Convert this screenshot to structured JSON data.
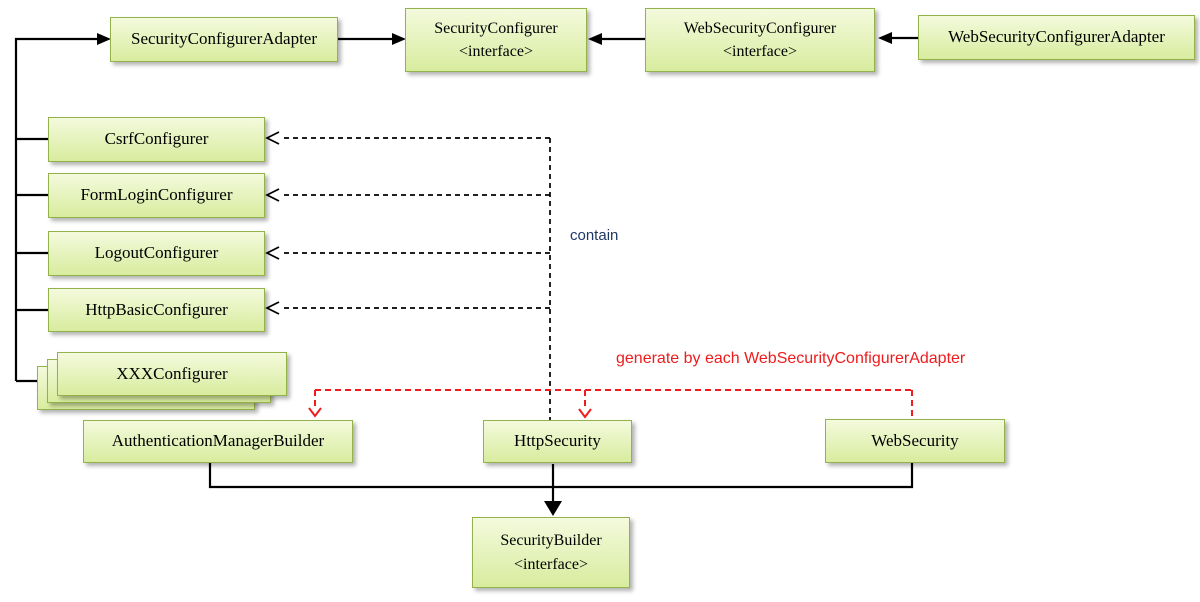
{
  "diagram": {
    "nodes": {
      "security_configurer_adapter": {
        "label": "SecurityConfigurerAdapter"
      },
      "security_configurer": {
        "label": "SecurityConfigurer",
        "stereotype": "<interface>"
      },
      "web_security_configurer": {
        "label": "WebSecurityConfigurer",
        "stereotype": "<interface>"
      },
      "web_security_configurer_adapter": {
        "label": "WebSecurityConfigurerAdapter"
      },
      "csrf_configurer": {
        "label": "CsrfConfigurer"
      },
      "form_login_configurer": {
        "label": "FormLoginConfigurer"
      },
      "logout_configurer": {
        "label": "LogoutConfigurer"
      },
      "http_basic_configurer": {
        "label": "HttpBasicConfigurer"
      },
      "xxx_configurer": {
        "label": "XXXConfigurer"
      },
      "authentication_manager_builder": {
        "label": "AuthenticationManagerBuilder"
      },
      "http_security": {
        "label": "HttpSecurity"
      },
      "web_security": {
        "label": "WebSecurity"
      },
      "security_builder": {
        "label": "SecurityBuilder",
        "stereotype": "<interface>"
      }
    },
    "annotations": {
      "contain": "contain",
      "generate": "generate by each WebSecurityConfigurerAdapter"
    },
    "edges": [
      {
        "from": [
          "SecurityConfigurerAdapter"
        ],
        "to": "SecurityConfigurer",
        "style": "solid-arrow"
      },
      {
        "from": [
          "WebSecurityConfigurer"
        ],
        "to": "SecurityConfigurer",
        "style": "solid-arrow"
      },
      {
        "from": [
          "WebSecurityConfigurerAdapter"
        ],
        "to": "WebSecurityConfigurer",
        "style": "solid-arrow"
      },
      {
        "from": [
          "CsrfConfigurer",
          "FormLoginConfigurer",
          "LogoutConfigurer",
          "HttpBasicConfigurer",
          "XXXConfigurer"
        ],
        "to": "SecurityConfigurerAdapter",
        "style": "solid-arrow"
      },
      {
        "from": [
          "HttpSecurity"
        ],
        "to": [
          "CsrfConfigurer",
          "FormLoginConfigurer",
          "LogoutConfigurer",
          "HttpBasicConfigurer"
        ],
        "style": "dashed-open-arrow",
        "label": "contain"
      },
      {
        "from": [
          "WebSecurityConfigurerAdapter"
        ],
        "to": [
          "AuthenticationManagerBuilder",
          "HttpSecurity",
          "WebSecurity"
        ],
        "style": "red-dashed-arrow",
        "label": "generate by each WebSecurityConfigurerAdapter"
      },
      {
        "from": [
          "AuthenticationManagerBuilder",
          "HttpSecurity",
          "WebSecurity"
        ],
        "to": "SecurityBuilder",
        "style": "solid-arrow"
      }
    ],
    "colors": {
      "node_fill_top": "#f4fadd",
      "node_fill_bottom": "#d8ec9e",
      "node_border": "#93b24c",
      "line": "#000000",
      "contain_text": "#1f3864",
      "generate_text": "#ee1c1c"
    }
  }
}
